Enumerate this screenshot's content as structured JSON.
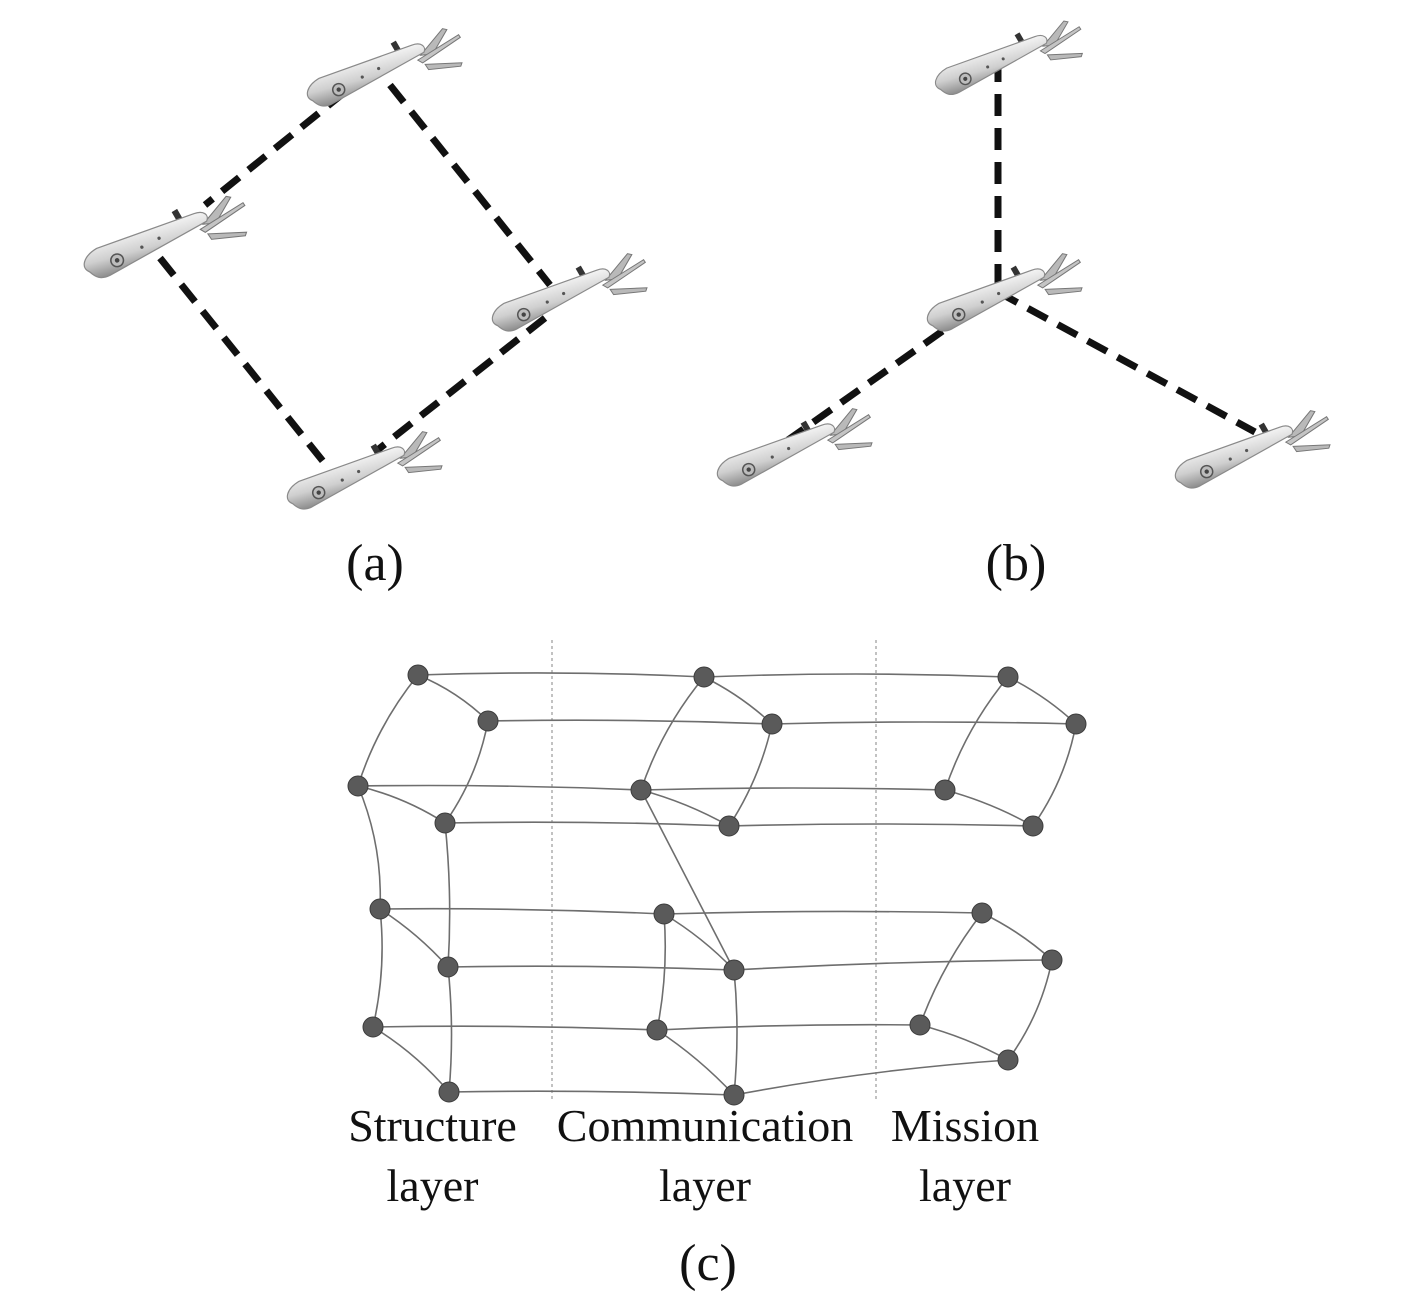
{
  "panels": {
    "a": {
      "label": "(a)"
    },
    "b": {
      "label": "(b)"
    },
    "c": {
      "label": "(c)"
    }
  },
  "layers": [
    {
      "line1": "Structure",
      "line2": "layer"
    },
    {
      "line1": "Communication",
      "line2": "layer"
    },
    {
      "line1": "Mission",
      "line2": "layer"
    }
  ],
  "colors": {
    "node": "#5a5a5a",
    "edge": "#6e6e6e",
    "link": "#111111",
    "aircraft": "#d8d8d8"
  },
  "icons": {
    "aircraft": "cruise-missile-icon"
  }
}
